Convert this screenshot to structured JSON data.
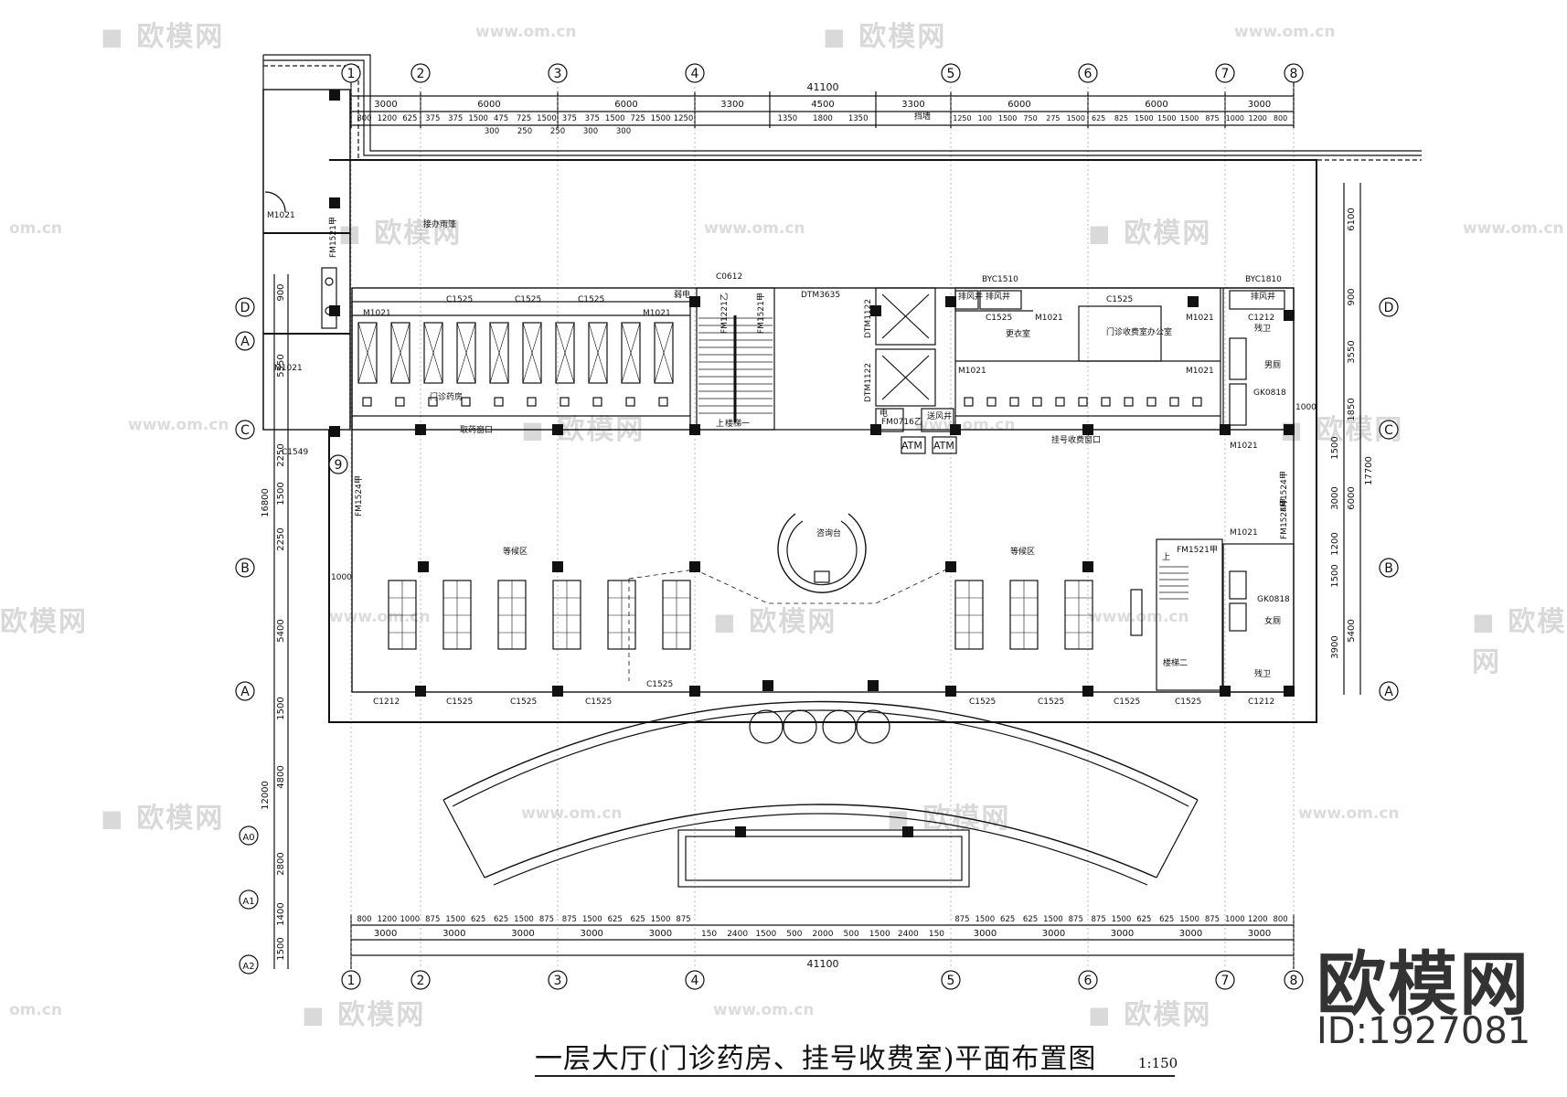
{
  "title": "一层大厅(门诊药房、挂号收费室)平面布置图",
  "scale": "1:150",
  "brand": {
    "name": "欧模网",
    "id": "ID:1927081",
    "url": "www.om.cn",
    "url_short": "om.cn"
  },
  "axes": {
    "columns": [
      "1",
      "2",
      "3",
      "4",
      "5",
      "6",
      "7",
      "8"
    ],
    "rows": [
      "D",
      "A",
      "C",
      "9",
      "B",
      "A",
      "A0",
      "A1",
      "A2"
    ]
  },
  "dims": {
    "total": "41100",
    "top_row": [
      "3000",
      "6000",
      "6000",
      "3300",
      "4500",
      "3300",
      "6000",
      "6000",
      "3000"
    ],
    "top_detail_left": [
      "800",
      "1200",
      "625",
      "375",
      "375",
      "1500",
      "475",
      "725",
      "1500",
      "375",
      "375",
      "1500",
      "725",
      "1500",
      "1250"
    ],
    "top_detail_left_sub": [
      "300",
      "250",
      "250",
      "300",
      "300"
    ],
    "top_detail_mid": [
      "1350",
      "1800",
      "1350"
    ],
    "top_detail_right": [
      "1250",
      "100",
      "1500",
      "750",
      "275",
      "1500",
      "625",
      "825",
      "1500",
      "1500",
      "1500",
      "875",
      "1000",
      "1200",
      "800"
    ],
    "bottom_detail_left": [
      "800",
      "1200",
      "1000",
      "875",
      "1500",
      "625",
      "625",
      "1500",
      "875",
      "875",
      "1500",
      "625",
      "625",
      "1500",
      "875"
    ],
    "bottom_row_left": [
      "3000",
      "3000",
      "3000",
      "3000",
      "3000"
    ],
    "bottom_mid": [
      "150",
      "2400",
      "1500",
      "500",
      "2000",
      "500",
      "1500",
      "2400",
      "150"
    ],
    "bottom_detail_right": [
      "875",
      "1500",
      "625",
      "625",
      "1500",
      "875",
      "875",
      "1500",
      "625",
      "625",
      "1500",
      "875",
      "1000",
      "1200",
      "800"
    ],
    "bottom_row_right": [
      "3000",
      "3000",
      "3000",
      "3000",
      "3000"
    ],
    "left_side": [
      "900",
      "5550",
      "2250",
      "1500",
      "2250",
      "5400",
      "1500",
      "4800",
      "2800",
      "1400",
      "1500"
    ],
    "left_totals": [
      "16800",
      "12000"
    ],
    "right_side": [
      "6100",
      "900",
      "3550",
      "1850",
      "1500",
      "3000",
      "1200",
      "1500",
      "3900",
      "5400"
    ],
    "right_totals": [
      "17700",
      "6000"
    ]
  },
  "rooms": {
    "pharmacy": "门诊药房",
    "pharmacy_window": "取药窗口",
    "registration_window": "挂号收费窗口",
    "waiting_left": "等候区",
    "waiting_right": "等候区",
    "info_desk": "咨询台",
    "stair_one": "楼梯一",
    "stair_two": "楼梯二",
    "changing": "更衣室",
    "office": "门诊收费室办公室",
    "male_wc": "男厕",
    "female_wc": "女厕",
    "accessible_wc_top": "残卫",
    "accessible_wc_bottom": "残卫",
    "shaft_exhaust_1": "排风井",
    "shaft_exhaust_2": "排风井",
    "shaft_exhaust_3": "排风井",
    "shaft_supply": "送风井",
    "elec": "电",
    "weak": "弱电",
    "canopy": "接办雨篷",
    "glass_wall": "挡墙",
    "atm1": "ATM",
    "atm2": "ATM",
    "arrow_up1": "上",
    "arrow_up2": "上"
  },
  "tags": {
    "door_m1021": "M1021",
    "fm1521": "FM1521甲",
    "fm1221": "FM1221乙",
    "fm1524": "FM1524甲",
    "dtm3635": "DTM3635",
    "dtm1122": "DTM1122",
    "c1525": "C1525",
    "c1212": "C1212",
    "c1549": "C1549",
    "c0612": "C0612",
    "byc1510": "BYC1510",
    "byc1810": "BYC1810",
    "fm0716": "FM0716乙",
    "gk0818": "GK0818",
    "dim1000": "1000"
  }
}
